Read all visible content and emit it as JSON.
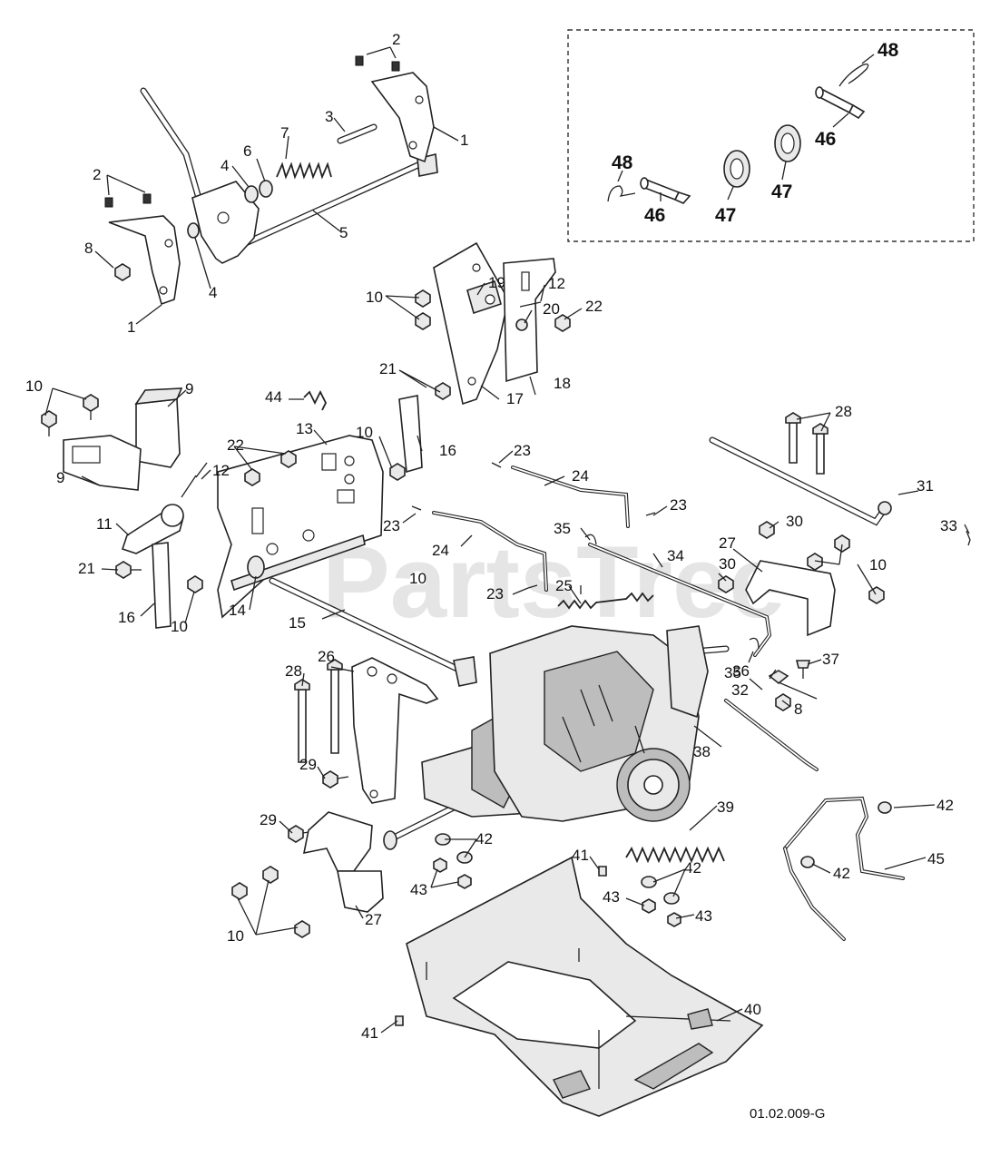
{
  "diagram": {
    "watermark": "PartsTree",
    "figure_code": "01.02.009-G",
    "callouts": [
      "1",
      "2",
      "3",
      "4",
      "5",
      "6",
      "7",
      "8",
      "9",
      "10",
      "11",
      "12",
      "13",
      "14",
      "15",
      "16",
      "17",
      "18",
      "19",
      "20",
      "21",
      "22",
      "23",
      "24",
      "25",
      "26",
      "27",
      "28",
      "29",
      "30",
      "31",
      "32",
      "33",
      "34",
      "35",
      "36",
      "37",
      "38",
      "39",
      "40",
      "41",
      "42",
      "43",
      "44",
      "45"
    ],
    "inset_callouts": [
      "46",
      "47",
      "48"
    ]
  }
}
